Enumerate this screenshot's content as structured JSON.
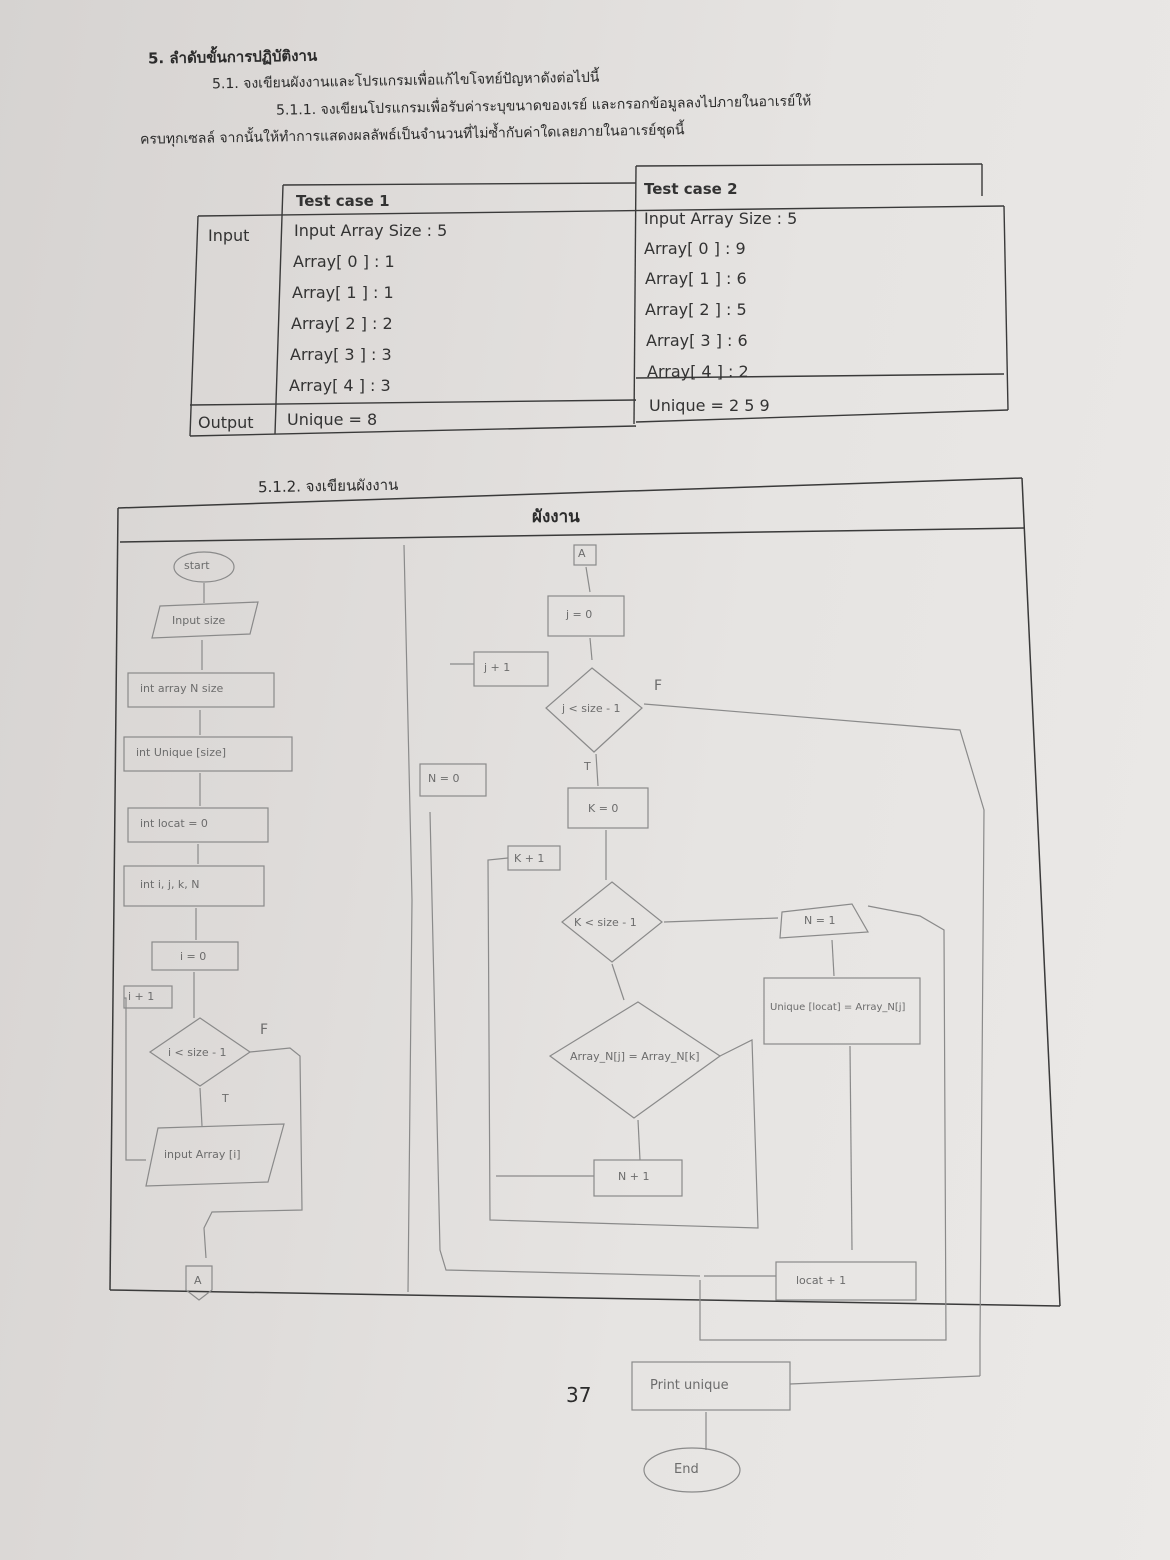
{
  "heading": {
    "section": "5. ลำดับขั้นการปฏิบัติงาน",
    "sub1": "5.1. จงเขียนผังงานและโปรแกรมเพื่อแก้ไขโจทย์ปัญหาดังต่อไปนี้",
    "sub2": "5.1.1. จงเขียนโปรแกรมเพื่อรับค่าระบุขนาดของเรย์ และกรอกข้อมูลลงไปภายในอาเรย์ให้",
    "sub2_cont": "ครบทุกเซลล์ จากนั้นให้ทำการแสดงผลลัพธ์เป็นจำนวนที่ไม่ซ้ำกับค่าใดเลยภายในอาเรย์ชุดนี้",
    "flow_heading": "5.1.2. จงเขียนผังงาน"
  },
  "table": {
    "row_input": "Input",
    "row_output": "Output",
    "case1": {
      "title": "Test case 1",
      "lines": [
        "Input Array Size : 5",
        "Array[ 0 ] : 1",
        "Array[ 1 ] : 1",
        "Array[ 2 ] : 2",
        "Array[ 3 ] : 3",
        "Array[ 4 ] : 3"
      ],
      "output": "Unique = 8"
    },
    "case2": {
      "title": "Test case 2",
      "lines": [
        "Input Array Size : 5",
        "Array[ 0 ] : 9",
        "Array[ 1 ] : 6",
        "Array[ 2 ] : 5",
        "Array[ 3 ] : 6",
        "Array[ 4 ] : 2"
      ],
      "output": "Unique = 2 5 9"
    }
  },
  "flowchart": {
    "title": "ผังงาน",
    "left": {
      "start": "start",
      "input_size": "Input size",
      "decl_array": "int array N size",
      "decl_unique": "int Unique [size]",
      "decl_locat": "int locat = 0",
      "decl_vars": "int i, j, k, N",
      "init_i": "i = 0",
      "inc_i": "i + 1",
      "cond_i": "i < size - 1",
      "cond_false": "F",
      "cond_true": "T",
      "input_elem": "input Array [i]",
      "connector": "A"
    },
    "right": {
      "connector": "A",
      "init_j": "j = 0",
      "inc_j": "j + 1",
      "cond_j": "j < size - 1",
      "label_f": "F",
      "label_t": "T",
      "reset_n": "N = 0",
      "init_k": "K = 0",
      "inc_k": "K + 1",
      "cond_k": "K < size - 1",
      "cond_eq": "Array_N[j] = Array_N[k]",
      "inc_n": "N + 1",
      "cond_n": "N = 1",
      "assign_unique": "Unique [locat] = Array_N[j]",
      "inc_locat": "locat + 1",
      "print": "Print unique",
      "end": "End"
    }
  },
  "page_number": "37"
}
